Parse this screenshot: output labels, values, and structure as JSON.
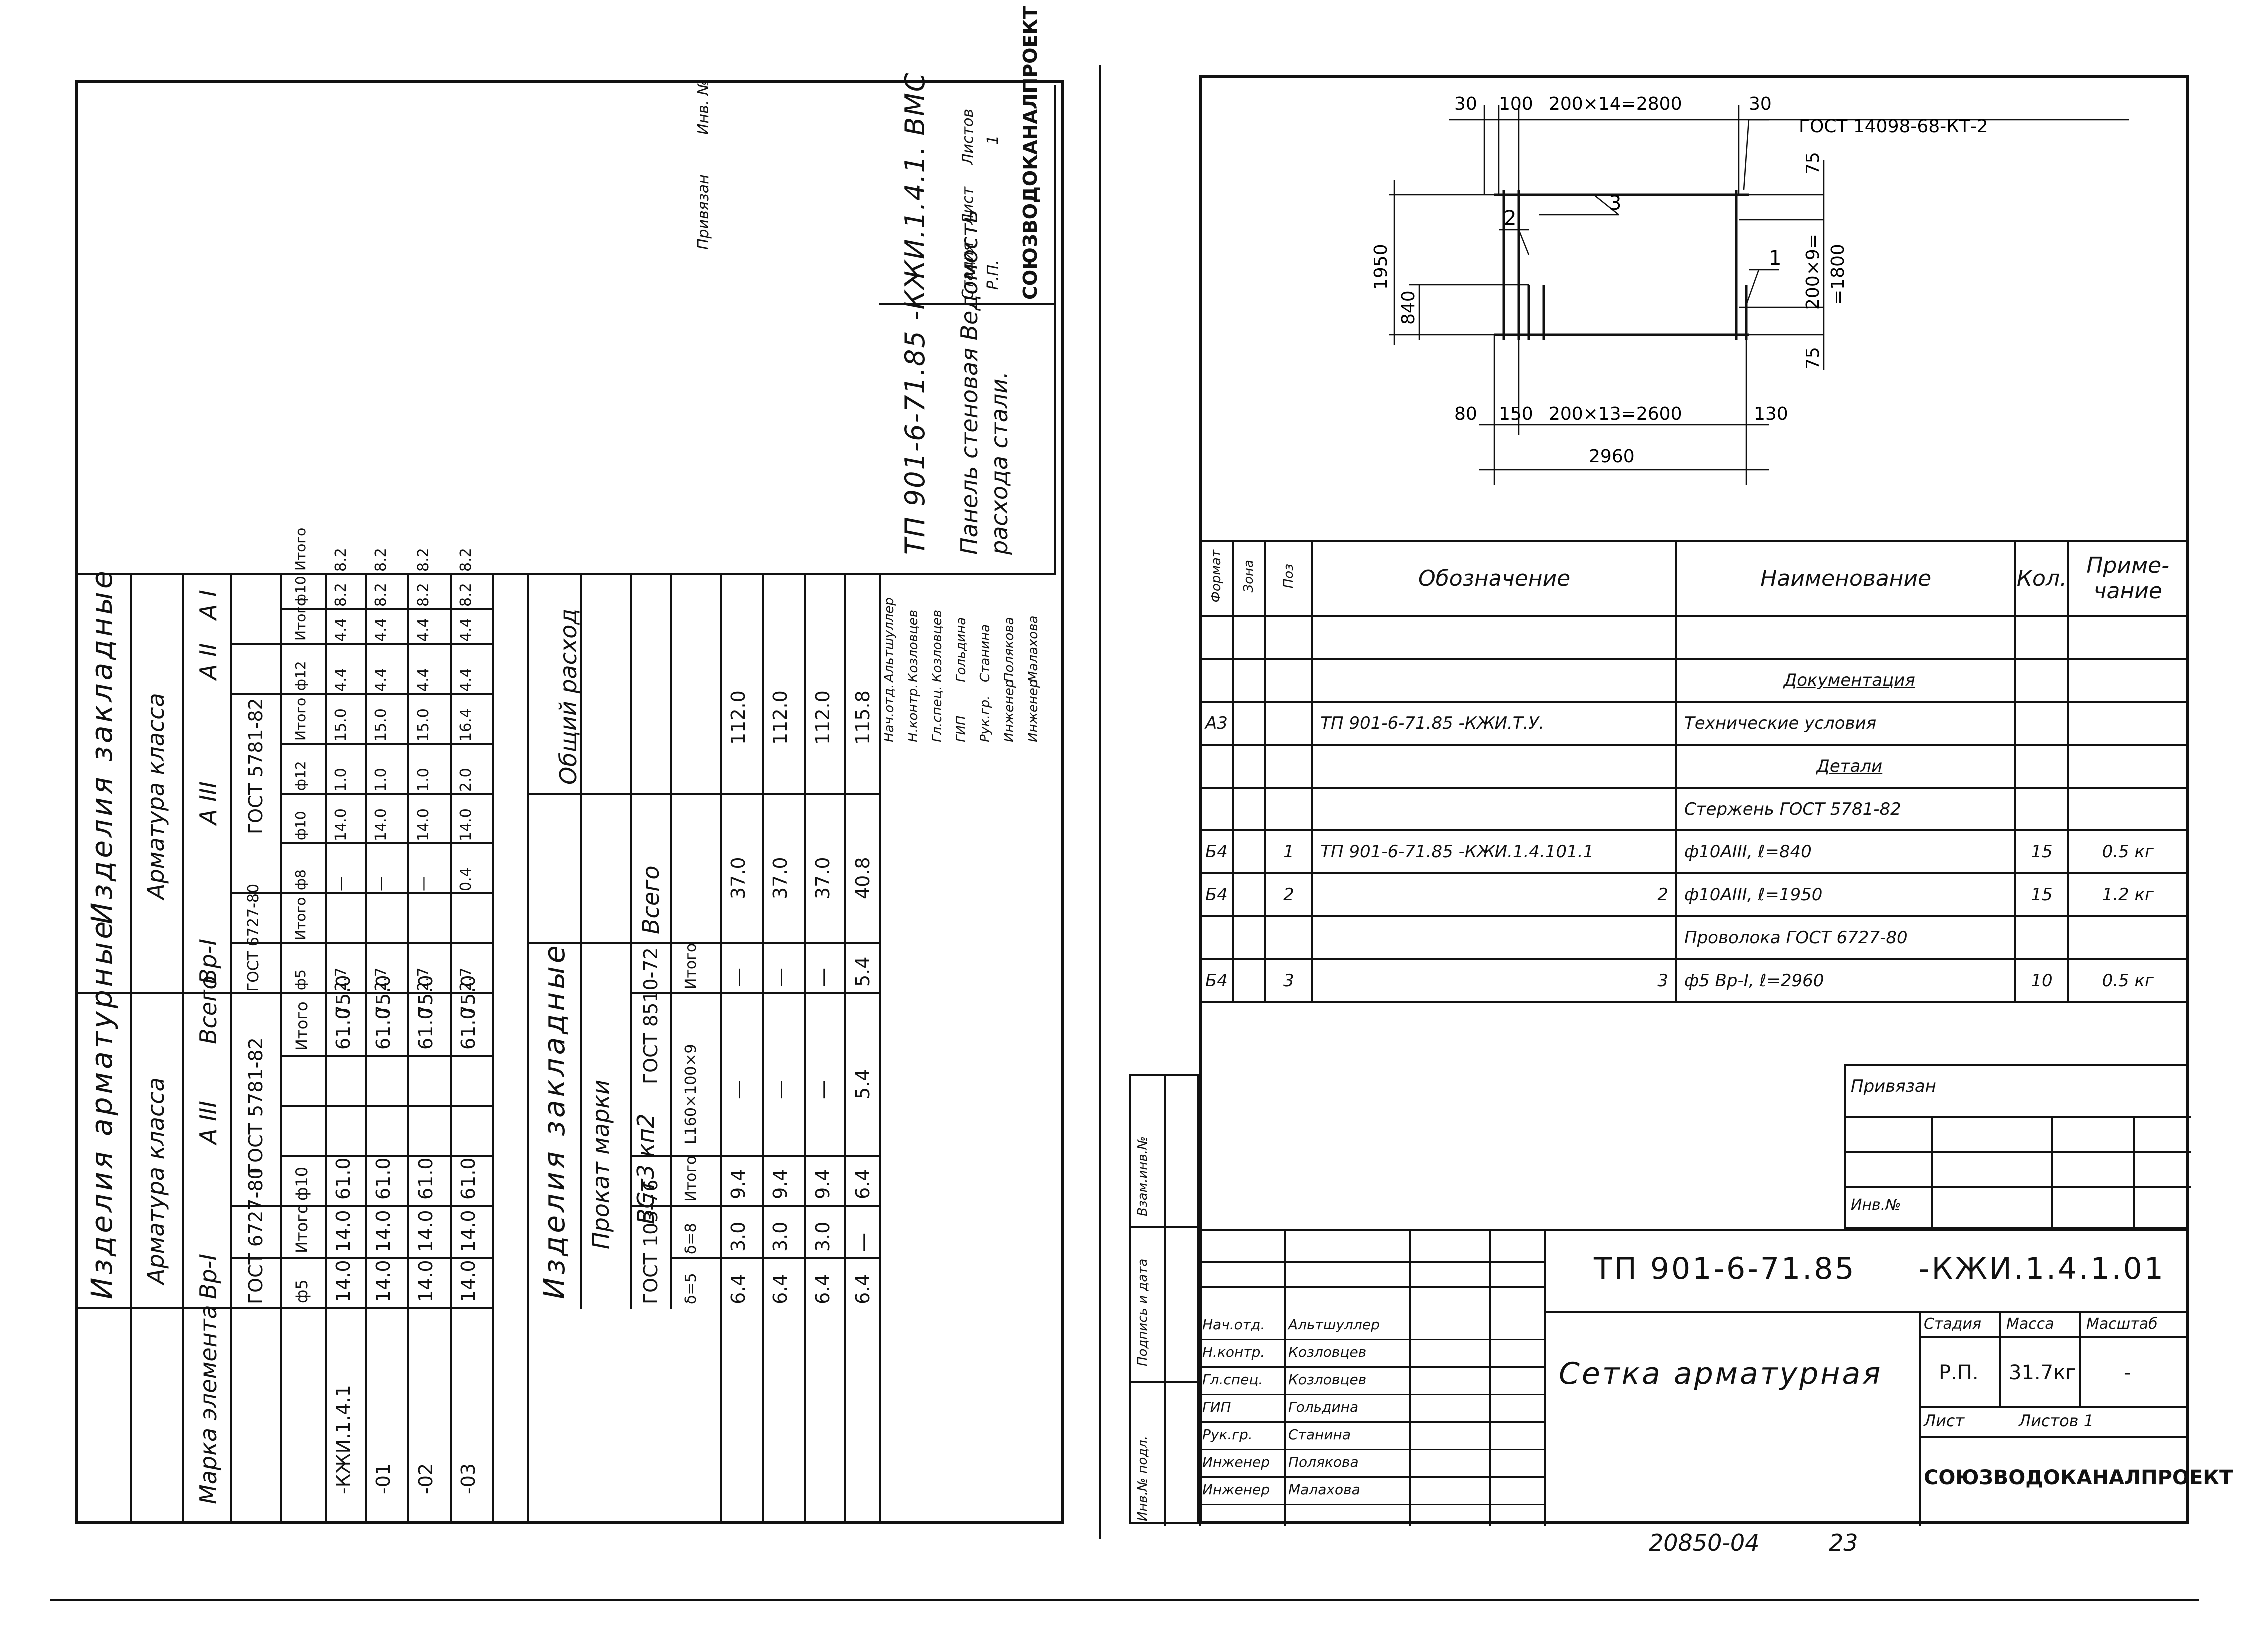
{
  "left": {
    "top_header_a": "Изделия арматурные",
    "top_header_b": "Изделия закладные",
    "armatura_klassa_a": "Арматура класса",
    "armatura_klassa_b": "Арматура класса",
    "vsego": "Всего",
    "marka_elementa": "Марка элемента",
    "cls_vp1": "Вр-I",
    "cls_a3": "А III",
    "cls_vp1b": "Вр-I",
    "cls_a3b": "А III",
    "cls_a2": "А II",
    "cls_a1": "А I",
    "gost_6727a": "ГОСТ 6727-80",
    "gost_5781a": "ГОСТ 5781-82",
    "gost_6727b": "ГОСТ 6727-80",
    "gost_5781b": "ГОСТ 5781-82",
    "cols_a": [
      "ф5",
      "Итого",
      "ф10",
      "",
      "",
      "Итого"
    ],
    "cols_b": [
      "ф5",
      "Итого",
      "ф8",
      "ф10",
      "ф12",
      "Итого",
      "ф12",
      "Итого",
      "ф10",
      "Итого"
    ],
    "rows": [
      {
        "mark": "-КЖИ.1.4.1",
        "a": [
          "14.0",
          "14.0",
          "61.0",
          "",
          "",
          "61.0",
          "75.0"
        ],
        "b": [
          "2.7",
          "",
          "—",
          "14.0",
          "1.0",
          "15.0",
          "4.4",
          "4.4",
          "8.2",
          "8.2"
        ]
      },
      {
        "mark": "-01",
        "a": [
          "14.0",
          "14.0",
          "61.0",
          "",
          "",
          "61.0",
          "75.0"
        ],
        "b": [
          "2.7",
          "",
          "—",
          "14.0",
          "1.0",
          "15.0",
          "4.4",
          "4.4",
          "8.2",
          "8.2"
        ]
      },
      {
        "mark": "-02",
        "a": [
          "14.0",
          "14.0",
          "61.0",
          "",
          "",
          "61.0",
          "75.0"
        ],
        "b": [
          "2.7",
          "",
          "—",
          "14.0",
          "1.0",
          "15.0",
          "4.4",
          "4.4",
          "8.2",
          "8.2"
        ]
      },
      {
        "mark": "-03",
        "a": [
          "14.0",
          "14.0",
          "61.0",
          "",
          "",
          "61.0",
          "75.0"
        ],
        "b": [
          "2.7",
          "",
          "0.4",
          "14.0",
          "2.0",
          "16.4",
          "4.4",
          "4.4",
          "8.2",
          "8.2"
        ]
      }
    ],
    "zakl_header": "Изделия закладные",
    "prokat_marki": "Прокат марки",
    "vst": "ВСт3 кп2",
    "gost_103": "ГОСТ 103-76",
    "gost_8510": "ГОСТ 8510-72",
    "obshiy": "Общий расход",
    "vsego2": "Всего",
    "z_cols": [
      "δ=5",
      "δ=8",
      "Итого",
      "L160×100×9",
      "Итого"
    ],
    "z_rows": [
      [
        "6.4",
        "3.0",
        "9.4",
        "—",
        "—",
        "37.0",
        "112.0"
      ],
      [
        "6.4",
        "3.0",
        "9.4",
        "—",
        "—",
        "37.0",
        "112.0"
      ],
      [
        "6.4",
        "3.0",
        "9.4",
        "—",
        "—",
        "37.0",
        "112.0"
      ],
      [
        "6.4",
        "—",
        "6.4",
        "5.4",
        "5.4",
        "40.8",
        "115.8"
      ]
    ],
    "doc_code": "ТП 901-6-71.85 -КЖИ.1.4.1. ВМС",
    "doc_title": "Панель стеновая Ведомость расхода стали.",
    "stadia": "Стадия",
    "list": "Лист",
    "listov": "Листов",
    "stadia_val": "Р.П.",
    "listov_val": "1",
    "org": "СОЮЗВОДОКАНАЛПРОЕКТ",
    "signers": [
      [
        "Нач.отд.",
        "Альтшуллер"
      ],
      [
        "Н.контр.",
        "Козловцев"
      ],
      [
        "Гл.спец.",
        "Козловцев"
      ],
      [
        "ГИП",
        "Гольдина"
      ],
      [
        "Рук.гр.",
        "Станина"
      ],
      [
        "Инженер",
        "Полякова"
      ],
      [
        "Инженер",
        "Малахова"
      ]
    ],
    "privyazan": "Привязан",
    "inv_no": "Инв. №"
  },
  "right": {
    "dims": {
      "d30a": "30",
      "d100": "100",
      "d200x14": "200×14=2800",
      "d30b": "30",
      "gost_14098": "ГОСТ 14098-68-КТ-2",
      "d75a": "75",
      "d200x9": "200×9=",
      "d1800": "=1800",
      "d75b": "75",
      "d1950": "1950",
      "d840": "840",
      "d80": "80",
      "d150": "150",
      "d200x13": "200×13=2600",
      "d130": "130",
      "d2960": "2960",
      "p1": "1",
      "p2": "2",
      "p3": "3"
    },
    "spec_headers": [
      "Формат",
      "Зона",
      "Поз",
      "Обозначение",
      "Наименование",
      "Кол.",
      "Приме-чание"
    ],
    "spec_rows": [
      [
        "",
        "",
        "",
        "",
        "",
        "",
        ""
      ],
      [
        "",
        "",
        "",
        "",
        "Документация",
        "",
        ""
      ],
      [
        "А3",
        "",
        "",
        "ТП 901-6-71.85 -КЖИ.Т.У.",
        "Технические условия",
        "",
        ""
      ],
      [
        "",
        "",
        "",
        "",
        "Детали",
        "",
        ""
      ],
      [
        "",
        "",
        "",
        "",
        "Стержень ГОСТ 5781-82",
        "",
        ""
      ],
      [
        "Б4",
        "",
        "1",
        "ТП 901-6-71.85 -КЖИ.1.4.101.1",
        "ф10АIII, ℓ=840",
        "15",
        "0.5 кг"
      ],
      [
        "Б4",
        "",
        "2",
        "2",
        "ф10АIII, ℓ=1950",
        "15",
        "1.2 кг"
      ],
      [
        "",
        "",
        "",
        "",
        "Проволока ГОСТ 6727-80",
        "",
        ""
      ],
      [
        "Б4",
        "",
        "3",
        "3",
        "ф5 Вр-I, ℓ=2960",
        "10",
        "0.5 кг"
      ]
    ],
    "privyazan": "Привязан",
    "inv_no": "Инв.№",
    "side_labels": [
      "Взам.инв.№",
      "Подпись и дата",
      "Инв.№ подл."
    ],
    "tb_code": "ТП 901-6-71.85",
    "tb_code2": "-КЖИ.1.4.1.01",
    "tb_title": "Сетка арматурная",
    "tb_stadia": "Стадия",
    "tb_massa": "Масса",
    "tb_masshtab": "Масштаб",
    "tb_stadia_val": "Р.П.",
    "tb_massa_val": "31.7кг",
    "tb_masshtab_val": "-",
    "tb_list": "Лист",
    "tb_listov": "Листов 1",
    "tb_org": "СОЮЗВОДОКАНАЛПРОЕКТ",
    "signers": [
      [
        "Нач.отд.",
        "Альтшуллер"
      ],
      [
        "Н.контр.",
        "Козловцев"
      ],
      [
        "Гл.спец.",
        "Козловцев"
      ],
      [
        "ГИП",
        "Гольдина"
      ],
      [
        "Рук.гр.",
        "Станина"
      ],
      [
        "Инженер",
        "Полякова"
      ],
      [
        "Инженер",
        "Малахова"
      ]
    ]
  },
  "footer": {
    "num": "20850-04",
    "page": "23"
  }
}
